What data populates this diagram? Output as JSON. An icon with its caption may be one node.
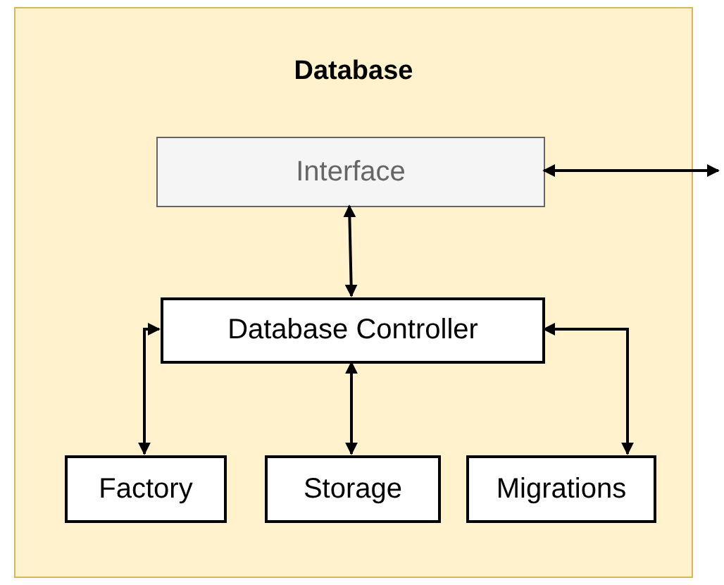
{
  "diagram": {
    "nodes": [
      {
        "text": [
          "Database"
        ]
      },
      {
        "text": [
          "Interface"
        ],
        "in": 0
      },
      {
        "text": [
          "Database Controller"
        ],
        "in": 0
      },
      {
        "text": [
          "Factory"
        ],
        "in": 0
      },
      {
        "text": [
          "Storage"
        ],
        "in": 0
      },
      {
        "text": [
          "Migrations"
        ],
        "in": 0
      }
    ],
    "edges": [
      {
        "from": null,
        "to": 1,
        "arrow": "both"
      },
      {
        "from": 1,
        "to": 2,
        "arrow": "both"
      },
      {
        "from": 2,
        "to": 3,
        "arrow": "both"
      },
      {
        "from": 2,
        "to": 4,
        "arrow": "both"
      },
      {
        "from": 2,
        "to": 5,
        "arrow": "both"
      }
    ]
  }
}
